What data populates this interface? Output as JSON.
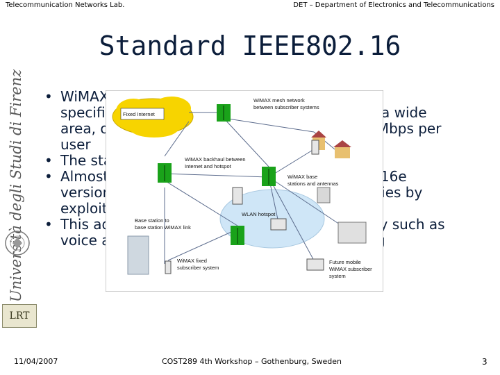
{
  "header": {
    "left": "Telecommunication Networks Lab.",
    "right": "DET – Department of Electronics and Telecommunications"
  },
  "title": "Standard IEEE802.16",
  "sidebar": {
    "university": "Università degli Studi di Firenze",
    "lab_logo": "LRT"
  },
  "bullets": [
    "WiMAX network is based on the IEEE 802.16 specification, for broadband wireless acces in a wide area, offering line-of-sight connections and 1 Mbps per user",
    "The standard supports up to 70 Mbps per cell",
    "Almost now, there is a new standard IEEE802.16e version, which introduces mobility functionalities by exploiting",
    "This advanced version will support full mobility such as voice applications over IP and video streaming"
  ],
  "figure": {
    "labels": {
      "fixed_internet": "Fixed Internet",
      "mesh_1": "WiMAX mesh network",
      "mesh_2": "between subscriber systems",
      "backhaul_1": "WiMAX backhaul between",
      "backhaul_2": "Internet and hotspot",
      "base_1": "WiMAX base",
      "base_2": "stations and antennas",
      "bs2bs_1": "Base station to",
      "bs2bs_2": "base station WiMAX link",
      "wlan": "WLAN hotspot",
      "fixed_sub_1": "WiMAX fixed",
      "fixed_sub_2": "subscriber system",
      "mobile_1": "Future mobile",
      "mobile_2": "WiMAX subscriber",
      "mobile_3": "system"
    }
  },
  "footer": {
    "date": "11/04/2007",
    "center": "COST289 4th Workshop – Gothenburg, Sweden",
    "page": "3"
  }
}
